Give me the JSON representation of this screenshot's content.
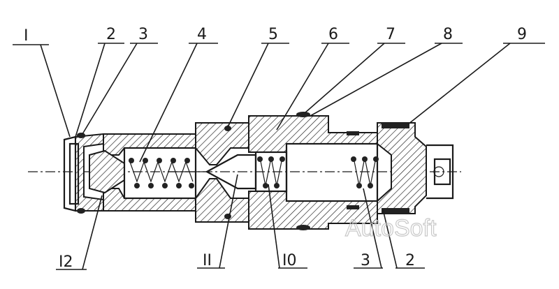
{
  "callouts_top": [
    {
      "id": "c1",
      "text": "I"
    },
    {
      "id": "c2",
      "text": "2"
    },
    {
      "id": "c3",
      "text": "3"
    },
    {
      "id": "c4",
      "text": "4"
    },
    {
      "id": "c5",
      "text": "5"
    },
    {
      "id": "c6",
      "text": "6"
    },
    {
      "id": "c7",
      "text": "7"
    },
    {
      "id": "c8",
      "text": "8"
    },
    {
      "id": "c9",
      "text": "9"
    }
  ],
  "callouts_bottom": [
    {
      "id": "c12",
      "text": "I2"
    },
    {
      "id": "c11",
      "text": "II"
    },
    {
      "id": "c10",
      "text": "I0"
    },
    {
      "id": "c3b",
      "text": "3"
    },
    {
      "id": "c2b",
      "text": "2"
    }
  ],
  "watermark": "AutoSoft",
  "colors": {
    "ink": "#1a1a1a",
    "watermark": "#c8c8c8"
  }
}
